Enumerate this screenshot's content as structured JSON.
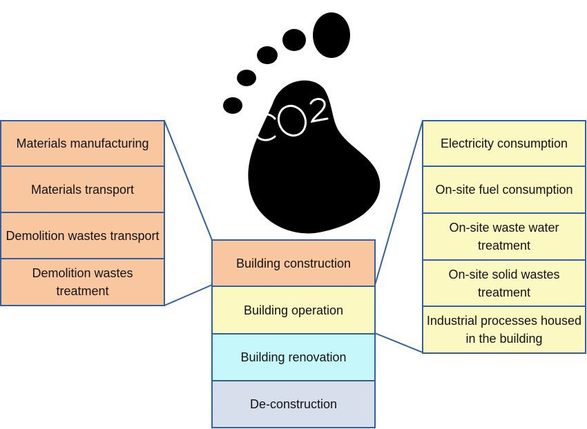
{
  "logo_text": "CO2",
  "left_column": [
    {
      "label": "Materials manufacturing"
    },
    {
      "label": "Materials transport"
    },
    {
      "label": "Demolition wastes transport"
    },
    {
      "label": "Demolition wastes treatment"
    }
  ],
  "center_column": [
    {
      "label": "Building construction",
      "color": "#f8c79f"
    },
    {
      "label": "Building operation",
      "color": "#fbf8c2"
    },
    {
      "label": "Building renovation",
      "color": "#c6f8fb"
    },
    {
      "label": "De-construction",
      "color": "#d6dfeb"
    }
  ],
  "right_column": [
    {
      "label": "Electricity consumption"
    },
    {
      "label": "On-site fuel consumption"
    },
    {
      "label": "On-site waste water treatment"
    },
    {
      "label": "On-site solid wastes treatment"
    },
    {
      "label": "Industrial processes housed in the building"
    }
  ],
  "colors": {
    "border": "#2f5f9e",
    "left_fill": "#f8c79f",
    "right_fill": "#fbf8c2",
    "footprint": "#000000"
  }
}
